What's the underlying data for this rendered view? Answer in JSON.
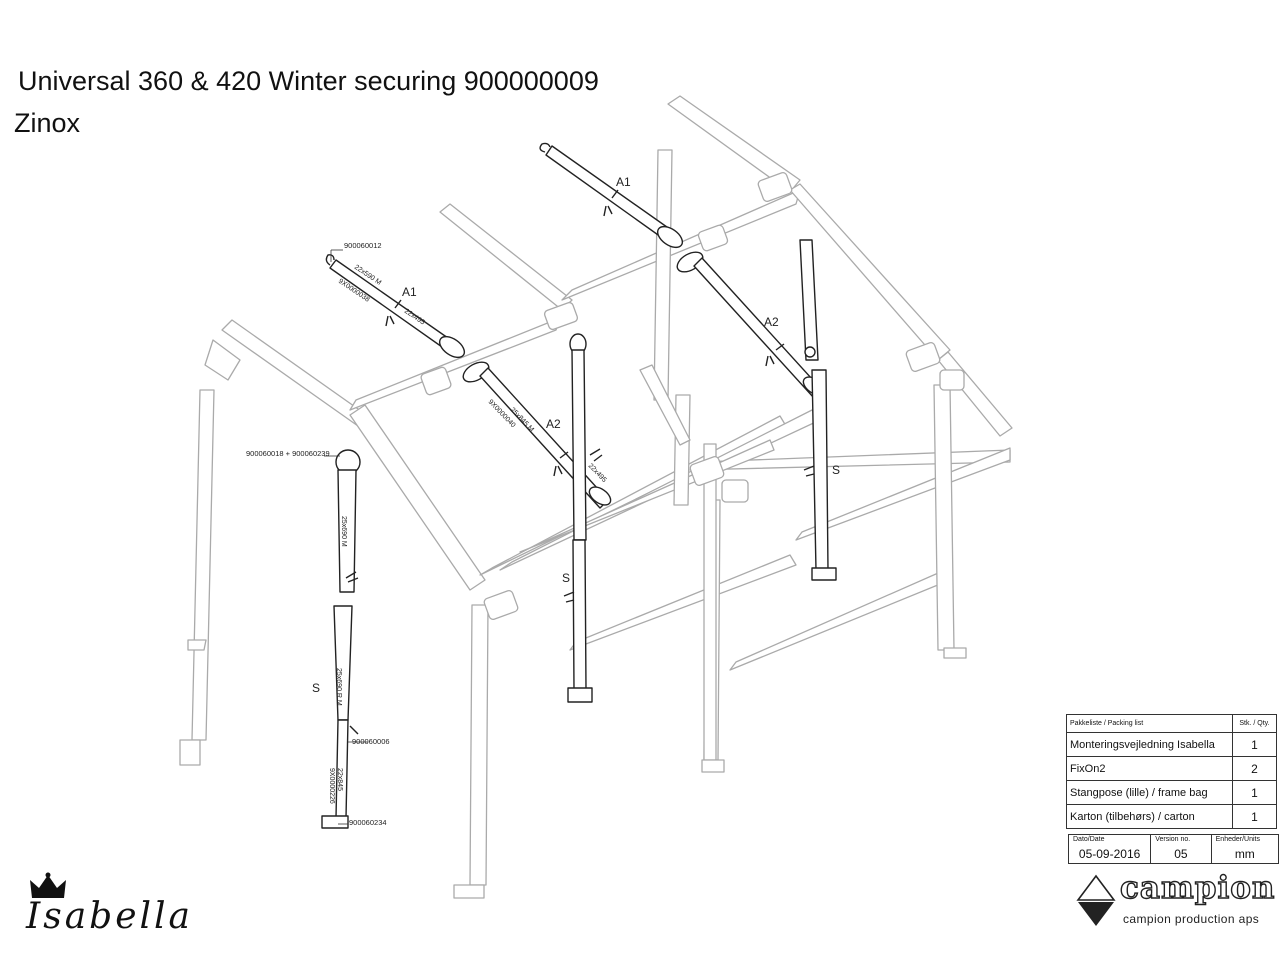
{
  "header": {
    "title": "Universal 360 & 420 Winter securing 900000009",
    "subtitle": "Zinox"
  },
  "callouts": {
    "a1_top": "A1",
    "a1_left": "A1",
    "a2_right": "A2",
    "a2_mid": "A2",
    "s_right": "S",
    "s_mid": "S",
    "s_left": "S"
  },
  "part_numbers": {
    "hook": "900060012",
    "clamp_pair": "900060018 + 900060239",
    "pin": "900060006",
    "foot": "900060234"
  },
  "tube_marks": {
    "a1_size": "22x590 M",
    "a1_code": "9X0000038",
    "a1_inner": "22x495",
    "a2_size": "25x845 M",
    "a2_code": "9X0000040",
    "a2_inner": "22x495",
    "s_upper": "25x690 M",
    "s_lower": "25x690 R M",
    "s_inner": "22x845",
    "s_code": "9X0000226"
  },
  "packing_list": {
    "header": "Pakkeliste / Packing list",
    "qty_header": "Stk. / Qty.",
    "items": [
      {
        "name": "Monteringsvejledning Isabella",
        "qty": "1"
      },
      {
        "name": "FixOn2",
        "qty": "2"
      },
      {
        "name": "Stangpose (lille) / frame bag",
        "qty": "1"
      },
      {
        "name": "Karton (tilbehørs) / carton",
        "qty": "1"
      }
    ]
  },
  "footer": {
    "date_label": "Dato/Date",
    "date_value": "05-09-2016",
    "version_label": "Version no.",
    "version_value": "05",
    "units_label": "Enheder/Units",
    "units_value": "mm"
  },
  "brands": {
    "left_logo": "Isabella",
    "right_logo": "campion",
    "right_sub": "campion production aps"
  },
  "colors": {
    "line": "#222222",
    "ghost_frame": "#aaaaaa",
    "background": "#ffffff"
  }
}
